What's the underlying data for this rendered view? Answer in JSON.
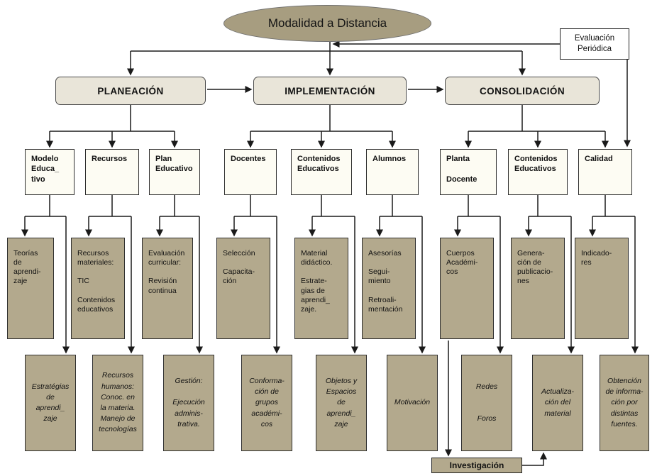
{
  "root": "Modalidad a Distancia",
  "evaluacion": "Evaluación\nPeriódica",
  "phases": [
    "PLANEACIÓN",
    "IMPLEMENTACIÓN",
    "CONSOLIDACIÓN"
  ],
  "tier2": [
    "Modelo\nEduca_\ntivo",
    "Recursos",
    "Plan\nEducativo",
    "Docentes",
    "Contenidos\nEducativos",
    "Alumnos",
    "Planta\n\nDocente",
    "Contenidos\nEducativos",
    "Calidad"
  ],
  "tier3": [
    "Teorías\nde aprendi-\nzaje",
    "Recursos\nmateriales:\n\nTIC\n\nContenidos\neducativos",
    "Evaluación\ncurricular:\n\nRevisión\ncontinua",
    "Selección\n\nCapacita-\nción",
    "Material\ndidáctico.\n\nEstrate-\ngias de\naprendi_\nzaje.",
    "Asesorías\n\nSegui-\nmiento\n\nRetroali-\nmentación",
    "Cuerpos\nAcadémi-\ncos",
    "Genera-\nción de\npublicacio-\nnes",
    "Indicado-\nres"
  ],
  "tier4": [
    "Estratégias\nde\naprendi_\nzaje",
    "Recursos\nhumanos:\nConoc. en\nla materia.\nManejo de\ntecnologías",
    "Gestión:\n\nEjecución\nadminis-\ntrativa.",
    "Conforma-\nción de\ngrupos\nacadémi-\ncos",
    "Objetos y\nEspacios\nde\naprendi_\nzaje",
    "Motivación",
    "Redes\n\n\nForos",
    "Actualiza-\nción del\nmaterial",
    "Obtención\nde informa-\nción por\ndistintas\nfuentes."
  ],
  "investigacion": "Investigación",
  "colors": {
    "node_tan": "#b3a98d",
    "phase_beige": "#e9e5d9",
    "ellipse_olive": "#a79d80",
    "tier2_cream": "#fdfcf3",
    "connector": "#1a1a1a"
  }
}
